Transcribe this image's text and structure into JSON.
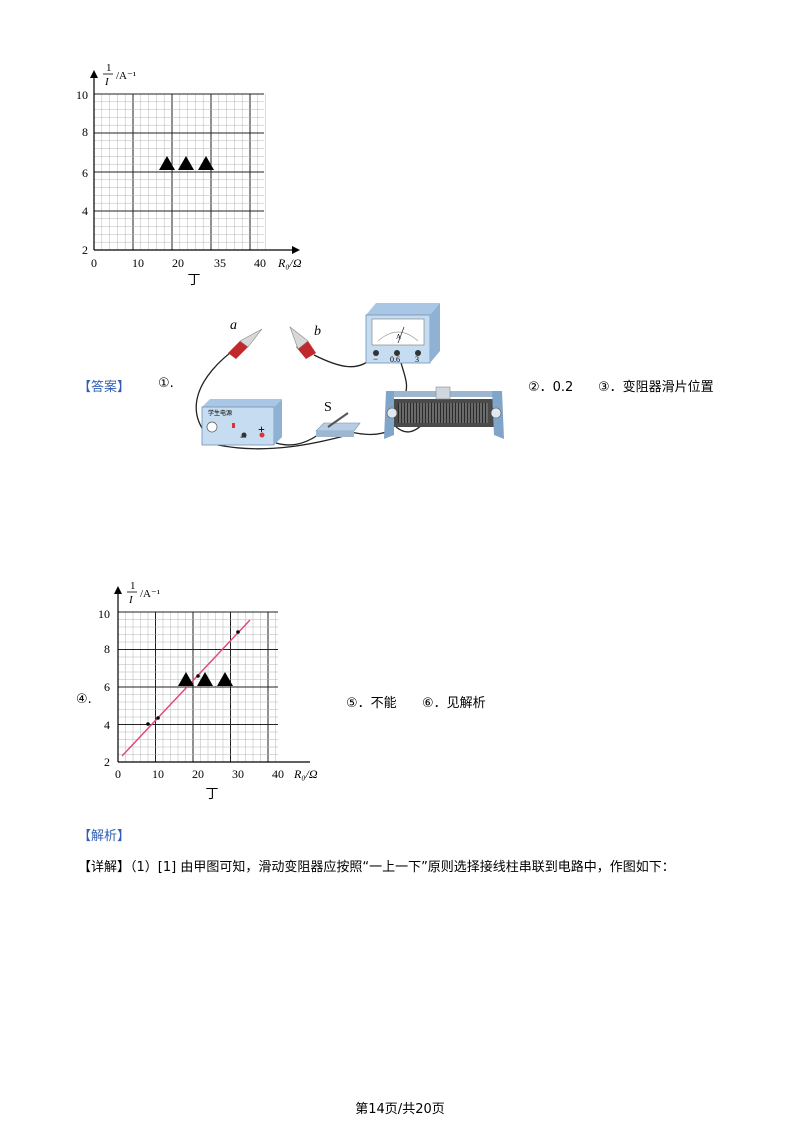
{
  "graph1": {
    "y_axis_label_num": "1",
    "y_axis_label_den": "I",
    "y_axis_unit": "/A⁻¹",
    "x_axis_label": "R₀/Ω",
    "caption": "丁",
    "y_ticks": [
      "10",
      "8",
      "6",
      "4",
      "2"
    ],
    "x_ticks": [
      "0",
      "10",
      "20",
      "35",
      "40"
    ]
  },
  "answer": {
    "label": "【答案】",
    "item1": "①.",
    "item2": "②．0.2",
    "item3": "③．变阻器滑片位置",
    "item4": "④.",
    "item5": "⑤．不能",
    "item6": "⑥．见解析"
  },
  "circuit": {
    "clip_a": "a",
    "clip_b": "b",
    "switch_label": "S",
    "ammeter_letter": "A",
    "ammeter_minus": "−",
    "ammeter_06": "0.6",
    "ammeter_3": "3",
    "power_title": "学生电源",
    "power_minus": "−",
    "power_plus": "+"
  },
  "graph2": {
    "y_axis_label_num": "1",
    "y_axis_label_den": "I",
    "y_axis_unit": "/A⁻¹",
    "x_axis_label": "R₀/Ω",
    "caption": "丁",
    "y_ticks": [
      "10",
      "8",
      "6",
      "4",
      "2"
    ],
    "x_ticks": [
      "0",
      "10",
      "20",
      "30",
      "40"
    ]
  },
  "analysis": {
    "label": "【解析】",
    "detail_label": "【详解】",
    "detail_text": "（1）[1] 由甲图可知，滑动变阻器应按照“一上一下”原则选择接线柱串联到电路中，作图如下："
  },
  "footer": {
    "page": "第14页/共20页"
  },
  "colors": {
    "accent": "#2e5fb4",
    "fit_line": "#e0457a",
    "grid": "#b0b0b0"
  }
}
